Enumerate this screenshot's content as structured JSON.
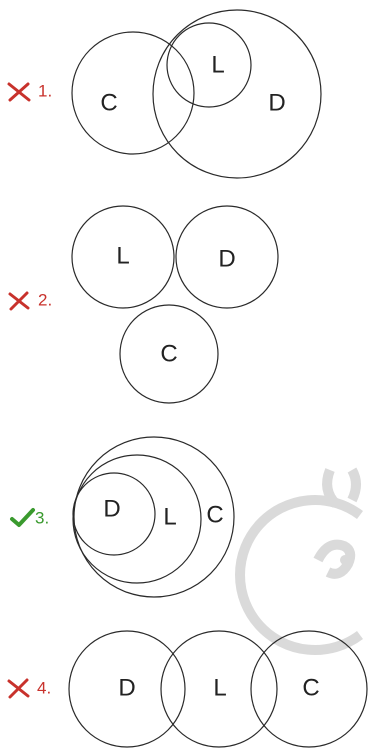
{
  "colors": {
    "wrong": "#c8322c",
    "correct": "#3a9a2e",
    "stroke": "#2a2a2a",
    "watermark": "#d6d6d6"
  },
  "options": [
    {
      "number": "1.",
      "status": "wrong",
      "mark_icon": "cross-icon",
      "circles": [
        {
          "label": "C"
        },
        {
          "label": "L"
        },
        {
          "label": "D"
        }
      ]
    },
    {
      "number": "2.",
      "status": "wrong",
      "mark_icon": "cross-icon",
      "circles": [
        {
          "label": "L"
        },
        {
          "label": "D"
        },
        {
          "label": "C"
        }
      ]
    },
    {
      "number": "3.",
      "status": "correct",
      "mark_icon": "check-icon",
      "circles": [
        {
          "label": "D"
        },
        {
          "label": "L"
        },
        {
          "label": "C"
        }
      ]
    },
    {
      "number": "4.",
      "status": "wrong",
      "mark_icon": "cross-icon",
      "circles": [
        {
          "label": "D"
        },
        {
          "label": "L"
        },
        {
          "label": "C"
        }
      ]
    }
  ],
  "watermark_icon": "mascot-watermark-icon"
}
